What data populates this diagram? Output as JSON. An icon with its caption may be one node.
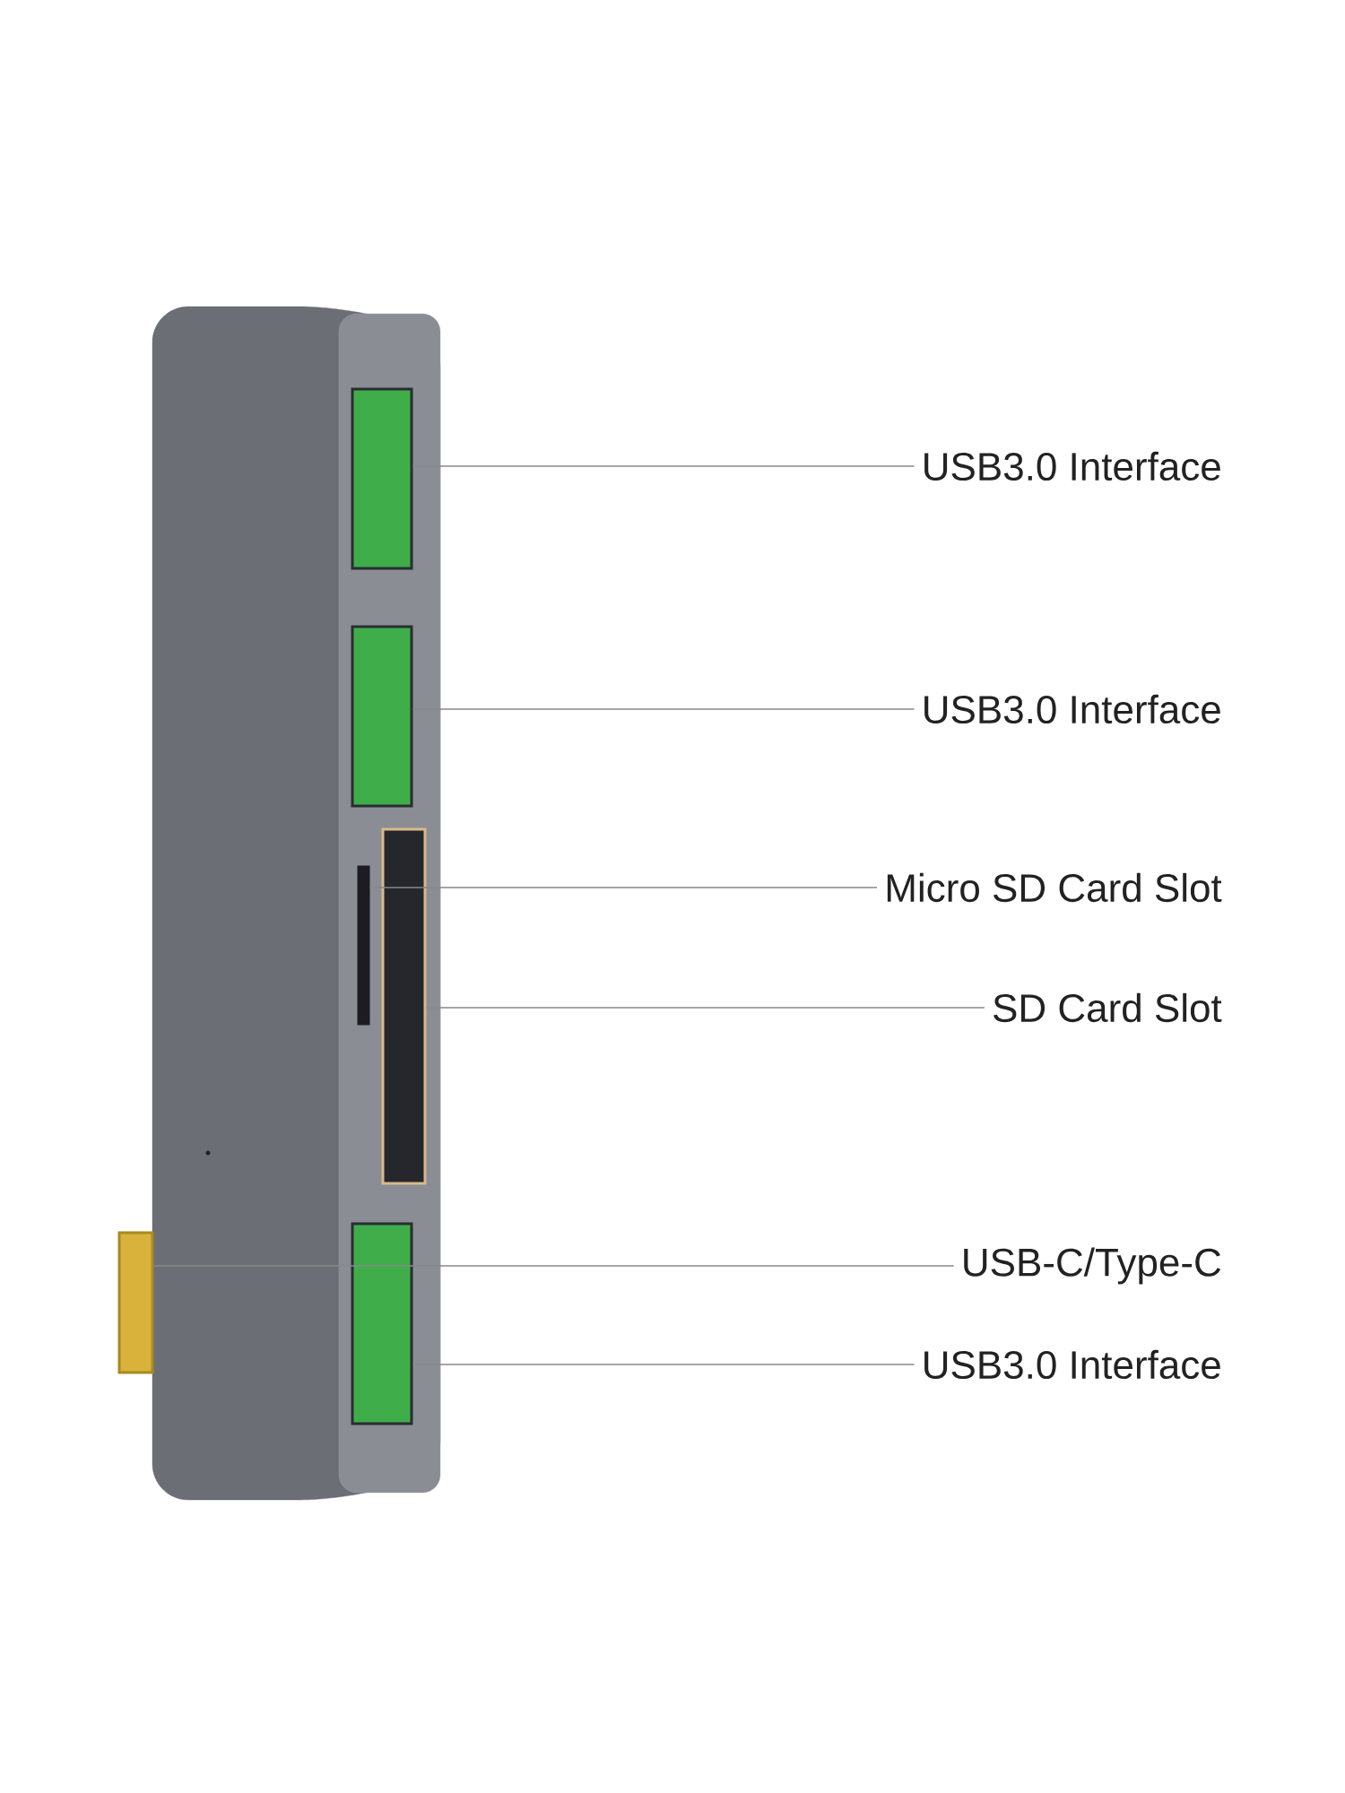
{
  "diagram": {
    "nodes": [
      {
        "text": [
          "USB3.0 Interface"
        ]
      },
      {
        "text": [
          "USB3.0 Interface"
        ]
      },
      {
        "text": [
          "Micro SD Card Slot"
        ]
      },
      {
        "text": [
          "SD Card Slot"
        ]
      },
      {
        "text": [
          "USB-C/Type-C"
        ]
      },
      {
        "text": [
          "USB3.0 Interface"
        ]
      },
      {
        "text": [],
        "shape": "box"
      },
      {
        "text": [],
        "shape": "box"
      },
      {
        "text": [],
        "shape": "box"
      },
      {
        "text": [],
        "shape": "box"
      },
      {
        "text": [],
        "shape": "box"
      },
      {
        "text": [],
        "shape": "box"
      }
    ],
    "edges": [
      {
        "from": 0,
        "to": 6,
        "arrow": "none"
      },
      {
        "from": 1,
        "to": 7,
        "arrow": "none"
      },
      {
        "from": 2,
        "to": 8,
        "arrow": "none"
      },
      {
        "from": 3,
        "to": 9,
        "arrow": "none"
      },
      {
        "from": 4,
        "to": 10,
        "arrow": "none"
      },
      {
        "from": 5,
        "to": 11,
        "arrow": "none"
      }
    ]
  }
}
